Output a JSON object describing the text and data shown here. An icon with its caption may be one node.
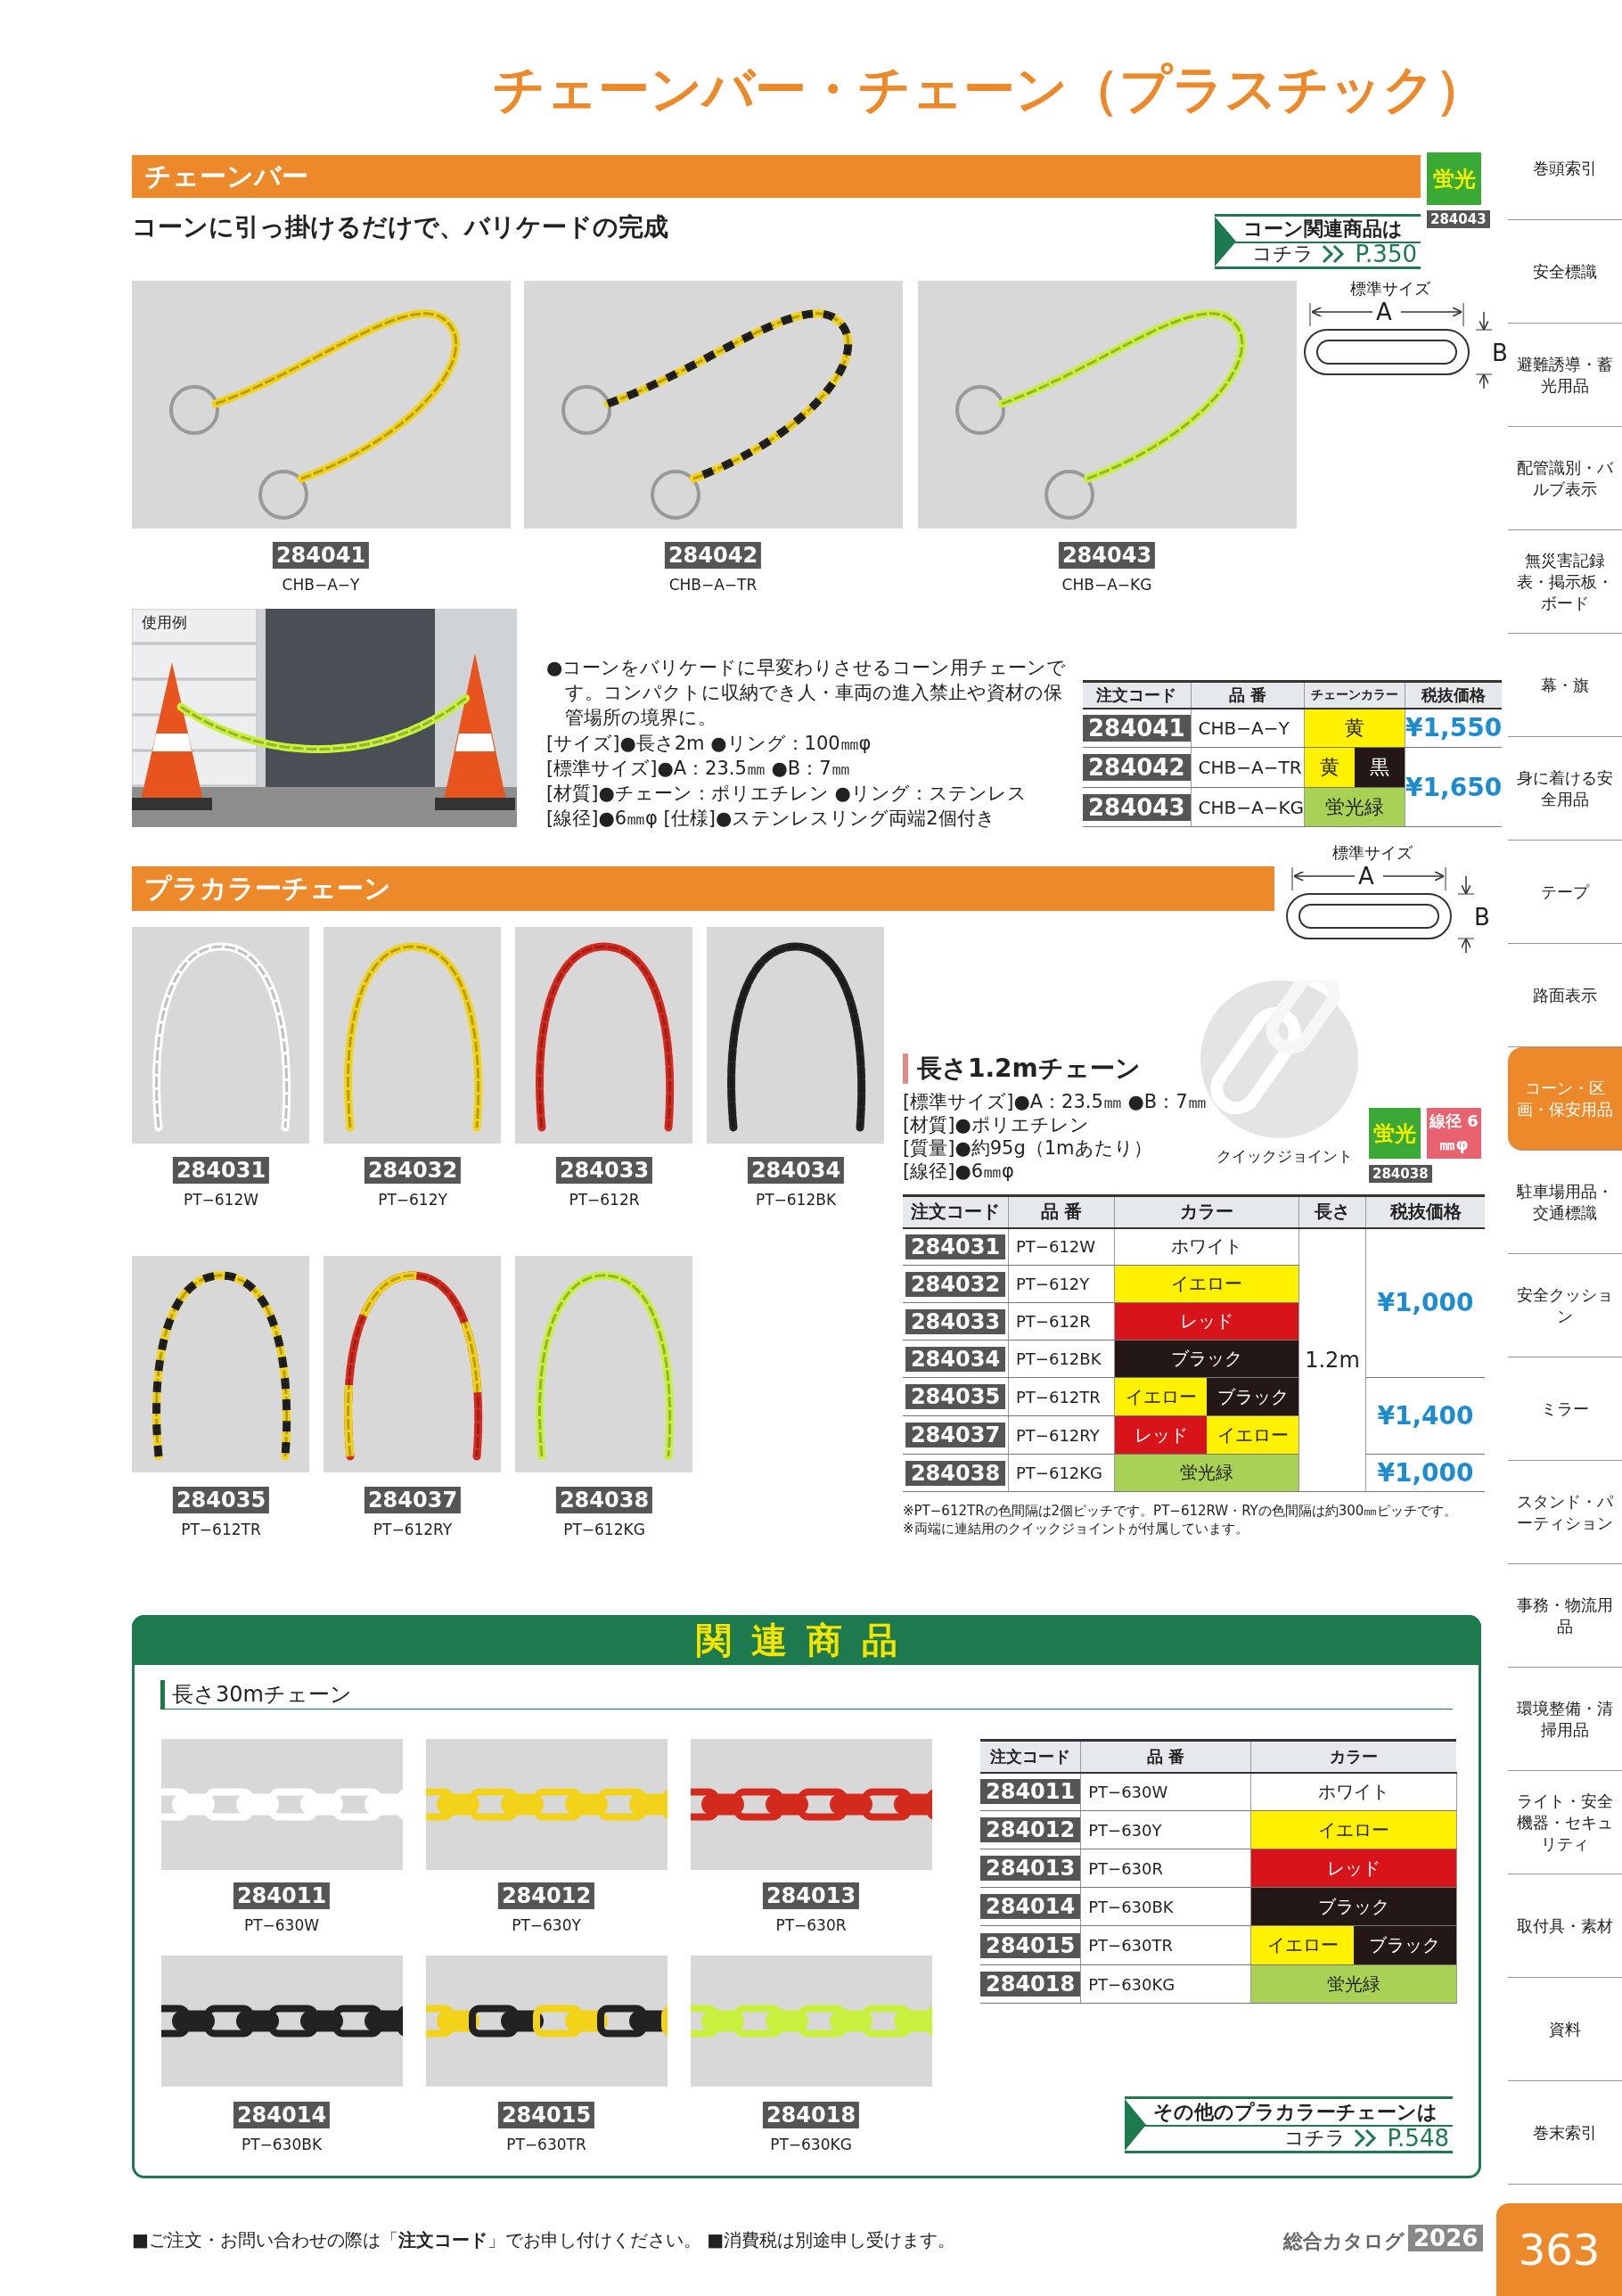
{
  "diagram": {
    "title": "チェーンバー・チェーン（プラスチック）",
    "labels": [
      "チェーンバー",
      "蛍光",
      "284043",
      "コーンに引っ掛けるだけで、バリケードの完成",
      "コーン関連商品は",
      "コチラ",
      "P.350",
      "標準サイズ",
      "A",
      "B",
      "284041",
      "CHB−A−Y",
      "284042",
      "CHB−A−TR",
      "284043",
      "CHB−A−KG",
      "使用例",
      "●コーンをバリケードに早変わりさせるコーン用チェーンです。コンパクトに収納でき人・車両の進入禁止や資材の保管場所の境界に。",
      "[サイズ]●長さ2m ●リング：100㎜φ",
      "[標準サイズ]●A：23.5㎜ ●B：7㎜",
      "[材質]●チェーン：ポリエチレン ●リング：ステンレス",
      "[線径]●6㎜φ [仕様]●ステンレスリング両端2個付き",
      "注文コード",
      "品 番",
      "チェーンカラー",
      "税抜価格",
      "284041",
      "CHB−A−Y",
      "黄",
      "¥1,550",
      "284042",
      "CHB−A−TR",
      "黄",
      "黒",
      "¥1,650",
      "284043",
      "CHB−A−KG",
      "蛍光緑",
      "プラカラーチェーン",
      "標準サイズ",
      "A",
      "B",
      "284031",
      "PT−612W",
      "284032",
      "PT−612Y",
      "284033",
      "PT−612R",
      "284034",
      "PT−612BK",
      "284035",
      "PT−612TR",
      "284037",
      "PT−612RY",
      "284038",
      "PT−612KG",
      "長さ1.2mチェーン",
      "[標準サイズ]●A：23.5㎜ ●B：7㎜",
      "[材質]●ポリエチレン",
      "[質量]●約95g（1mあたり）",
      "[線径]●6㎜φ",
      "クイックジョイント",
      "蛍光",
      "線径 6㎜φ",
      "284038",
      "注文コード",
      "品 番",
      "カラー",
      "長さ",
      "税抜価格",
      "284031",
      "PT−612W",
      "ホワイト",
      "1.2m",
      "¥1,000",
      "284032",
      "PT−612Y",
      "イエロー",
      "284033",
      "PT−612R",
      "レッド",
      "284034",
      "PT−612BK",
      "ブラック",
      "284035",
      "PT−612TR",
      "イエロー",
      "ブラック",
      "¥1,400",
      "284037",
      "PT−612RY",
      "レッド",
      "イエロー",
      "284038",
      "PT−612KG",
      "蛍光緑",
      "¥1,000",
      "※PT−612TRの色間隔は2個ピッチです。PT−612RW・RYの色間隔は約300㎜ピッチです。",
      "※両端に連結用のクイックジョイントが付属しています。",
      "関連商品",
      "長さ30mチェーン",
      "284011",
      "PT−630W",
      "284012",
      "PT−630Y",
      "284013",
      "PT−630R",
      "284014",
      "PT−630BK",
      "284015",
      "PT−630TR",
      "284018",
      "PT−630KG",
      "注文コード",
      "品 番",
      "カラー",
      "284011",
      "PT−630W",
      "ホワイト",
      "284012",
      "PT−630Y",
      "イエロー",
      "284013",
      "PT−630R",
      "レッド",
      "284014",
      "PT−630BK",
      "ブラック",
      "284015",
      "PT−630TR",
      "イエロー",
      "ブラック",
      "284018",
      "PT−630KG",
      "蛍光緑",
      "その他のプラカラーチェーンは",
      "コチラ",
      "P.548",
      "巻頭索引",
      "安全標識",
      "避難誘導・蓄光用品",
      "配管識別・バルブ表示",
      "無災害記録表・掲示板・ボード",
      "幕・旗",
      "身に着ける安全用品",
      "テープ",
      "路面表示",
      "コーン・区画・保安用品",
      "駐車場用品・交通標識",
      "安全クッション",
      "ミラー",
      "スタンド・パーティション",
      "事務・物流用品",
      "環境整備・清掃用品",
      "ライト・安全機器・セキュリティ",
      "取付具・素材",
      "資料",
      "巻末索引",
      "363",
      "■ご注文・お問い合わせの際は「**注文コード**」でお申し付けください。 ■消費税は別途申し受けます。",
      "総合カタログ",
      "2026"
    ]
  }
}
